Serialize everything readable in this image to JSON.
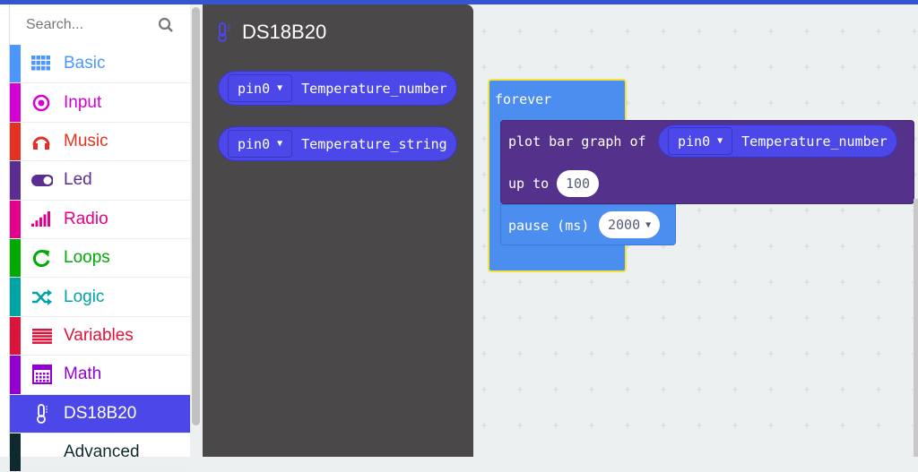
{
  "search": {
    "placeholder": "Search..."
  },
  "categories": [
    {
      "label": "Basic",
      "color": "#4c97ff",
      "icon": "grid-icon"
    },
    {
      "label": "Input",
      "color": "#d400d4",
      "icon": "target-icon"
    },
    {
      "label": "Music",
      "color": "#e63022",
      "icon": "headphones-icon"
    },
    {
      "label": "Led",
      "color": "#5c2d91",
      "icon": "toggle-icon"
    },
    {
      "label": "Radio",
      "color": "#e3008c",
      "icon": "signal-icon"
    },
    {
      "label": "Loops",
      "color": "#00aa00",
      "icon": "refresh-icon"
    },
    {
      "label": "Logic",
      "color": "#00a4a6",
      "icon": "shuffle-icon"
    },
    {
      "label": "Variables",
      "color": "#dc143c",
      "icon": "list-icon"
    },
    {
      "label": "Math",
      "color": "#9400d3",
      "icon": "calculator-icon"
    },
    {
      "label": "DS18B20",
      "color": "#4b47e8",
      "icon": "thermometer-icon"
    },
    {
      "label": "Advanced",
      "color": "#0f2a2e",
      "icon": "chevron-icon"
    }
  ],
  "flyout": {
    "title": "DS18B20",
    "blocks": [
      {
        "pin": "pin0",
        "label": "Temperature_number"
      },
      {
        "pin": "pin0",
        "label": "Temperature_string"
      }
    ]
  },
  "workspace": {
    "forever": "forever",
    "plot": {
      "label": "plot bar graph of",
      "pin": "pin0",
      "reporter": "Temperature_number",
      "upto": "up to",
      "max": "100"
    },
    "pause": {
      "label": "pause (ms)",
      "value": "2000"
    }
  }
}
